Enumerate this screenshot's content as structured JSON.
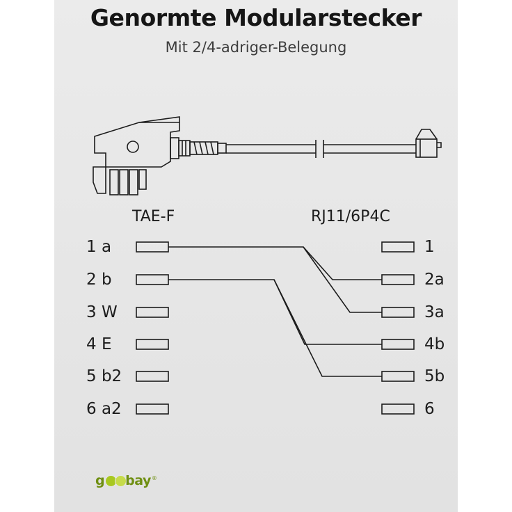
{
  "header": {
    "title": "Genormte Modularstecker",
    "subtitle": "Mit 2/4-adriger-Belegung"
  },
  "left_connector": {
    "name": "TAE-F",
    "pins": [
      "1 a",
      "2 b",
      "3 W",
      "4 E",
      "5 b2",
      "6 a2"
    ]
  },
  "right_connector": {
    "name": "RJ11/6P4C",
    "pins": [
      "1",
      "2a",
      "3a",
      "4b",
      "5b",
      "6"
    ]
  },
  "wiring": [
    {
      "from": "1 a",
      "to": [
        "2a",
        "3a"
      ]
    },
    {
      "from": "2 b",
      "to": [
        "4b",
        "5b"
      ]
    }
  ],
  "brand": {
    "prefix": "g",
    "suffix": "bay",
    "registered": "®",
    "color": "#a8c820"
  },
  "colors": {
    "panel": "#e6e6e6",
    "line": "#1c1c1c"
  }
}
